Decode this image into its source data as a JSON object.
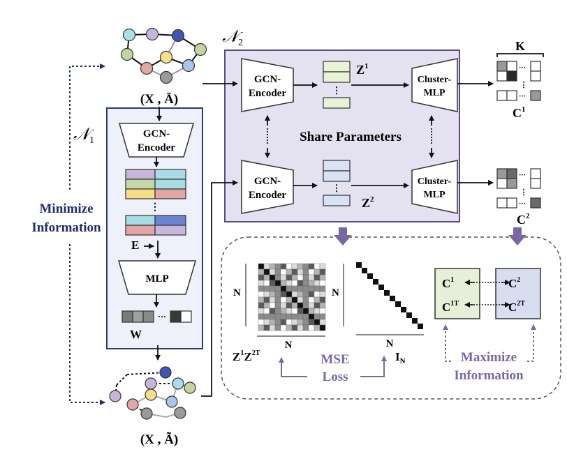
{
  "graphs": {
    "top_label": "(X , Ā)",
    "bottom_label": "(X , Ã)"
  },
  "n1": {
    "label": "𝒩",
    "label_sub": "1",
    "encoder_line1": "GCN-",
    "encoder_line2": "Encoder",
    "embedding_label": "E",
    "mlp_label": "MLP",
    "weight_label": "W"
  },
  "n2": {
    "label": "𝒩",
    "label_sub": "2",
    "encoder1_line1": "GCN-",
    "encoder1_line2": "Encoder",
    "encoder2_line1": "GCN-",
    "encoder2_line2": "Encoder",
    "z1": "Z",
    "z1_sup": "1",
    "z2": "Z",
    "z2_sup": "2",
    "cluster1_line1": "Cluster-",
    "cluster1_line2": "MLP",
    "cluster2_line1": "Cluster-",
    "cluster2_line2": "MLP",
    "share": "Share Parameters"
  },
  "outputs": {
    "k": "K",
    "c1": "C",
    "c1_sup": "1",
    "c2": "C",
    "c2_sup": "2"
  },
  "left": {
    "line1": "Minimize",
    "line2": "Information"
  },
  "loss": {
    "n_left1": "N",
    "n_bottom1": "N",
    "n_left2": "N",
    "n_bottom2": "N",
    "zz": "Z",
    "zz_sup1": "1",
    "zz_mid": "Z",
    "zz_sup2": "2T",
    "mse1": "MSE",
    "mse2": "Loss",
    "in": "I",
    "in_sub": "N",
    "box1_c1": "C",
    "box1_c1_sup": "1",
    "box1_c1t": "C",
    "box1_c1t_sup": "1T",
    "box2_c2": "C",
    "box2_c2_sup": "2",
    "box2_c2t": "C",
    "box2_c2t_sup": "2T",
    "max1": "Maximize",
    "max2": "Information"
  },
  "colors": {
    "purple": "#7a68a6",
    "n1_fill": "#eef0fa",
    "n1_border": "#2b3a6b",
    "n2_fill": "#e4e1f0",
    "n2_border": "#5a4a8a",
    "navy": "#1f2d6b",
    "z1_fill": "#e8f2d8",
    "z2_fill": "#d8e2f4",
    "c1_box": "#e6f0d8",
    "c2_box": "#d8def0"
  }
}
